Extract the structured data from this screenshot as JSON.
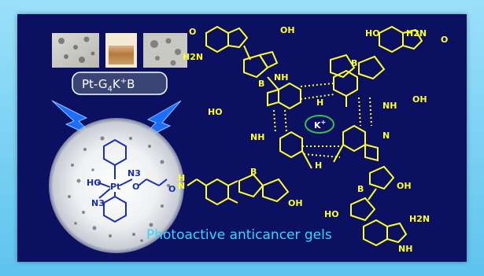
{
  "caption": "Photoactive anticancer gels",
  "gel_label": {
    "prefix": "Pt-G",
    "sub": "4",
    "k": "K",
    "sup": "+",
    "suffix": "B"
  },
  "cation_label": {
    "main": "K",
    "sup": "+"
  },
  "colors": {
    "background_frame": "#7fd3f3",
    "panel": "#0b1160",
    "structure": "#ffff2a",
    "caption": "#35d6ff",
    "k_badge": "#36c24a",
    "lightning": "#1a6fff",
    "complex": "#1a2fb0"
  },
  "atoms": {
    "bl": {
      "amine": "H2N",
      "h": "H",
      "n": "N",
      "o": "O",
      "b": "B",
      "oh": "OH",
      "ho": "HO",
      "nh": "NH"
    },
    "complex": {
      "ho": "HO",
      "n3": "N3",
      "pt": "Pt",
      "nh": "N",
      "h": "H",
      "o": "O"
    }
  },
  "icons": [
    "lightning-bolt-icon",
    "potassium-cation-icon",
    "gel-photo-icon",
    "nanoparticle-micrograph-icon"
  ]
}
